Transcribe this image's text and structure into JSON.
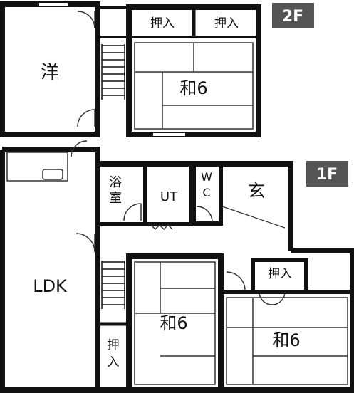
{
  "floors": {
    "second": {
      "badge": "2F",
      "rooms": {
        "western": "洋",
        "tatami": "和6",
        "closet_left": "押入",
        "closet_right": "押入"
      }
    },
    "first": {
      "badge": "1F",
      "rooms": {
        "ldk": "LDK",
        "bath_top": "浴",
        "bath_bottom": "室",
        "utility": "UT",
        "wc_top": "W",
        "wc_bottom": "C",
        "entrance": "玄",
        "closet_top": "押入",
        "closet_left_top": "押",
        "closet_left_bottom": "入",
        "tatami_left": "和6",
        "tatami_right": "和6"
      }
    }
  },
  "colors": {
    "wall": "#111111",
    "badge": "#555555",
    "line": "#333333"
  }
}
